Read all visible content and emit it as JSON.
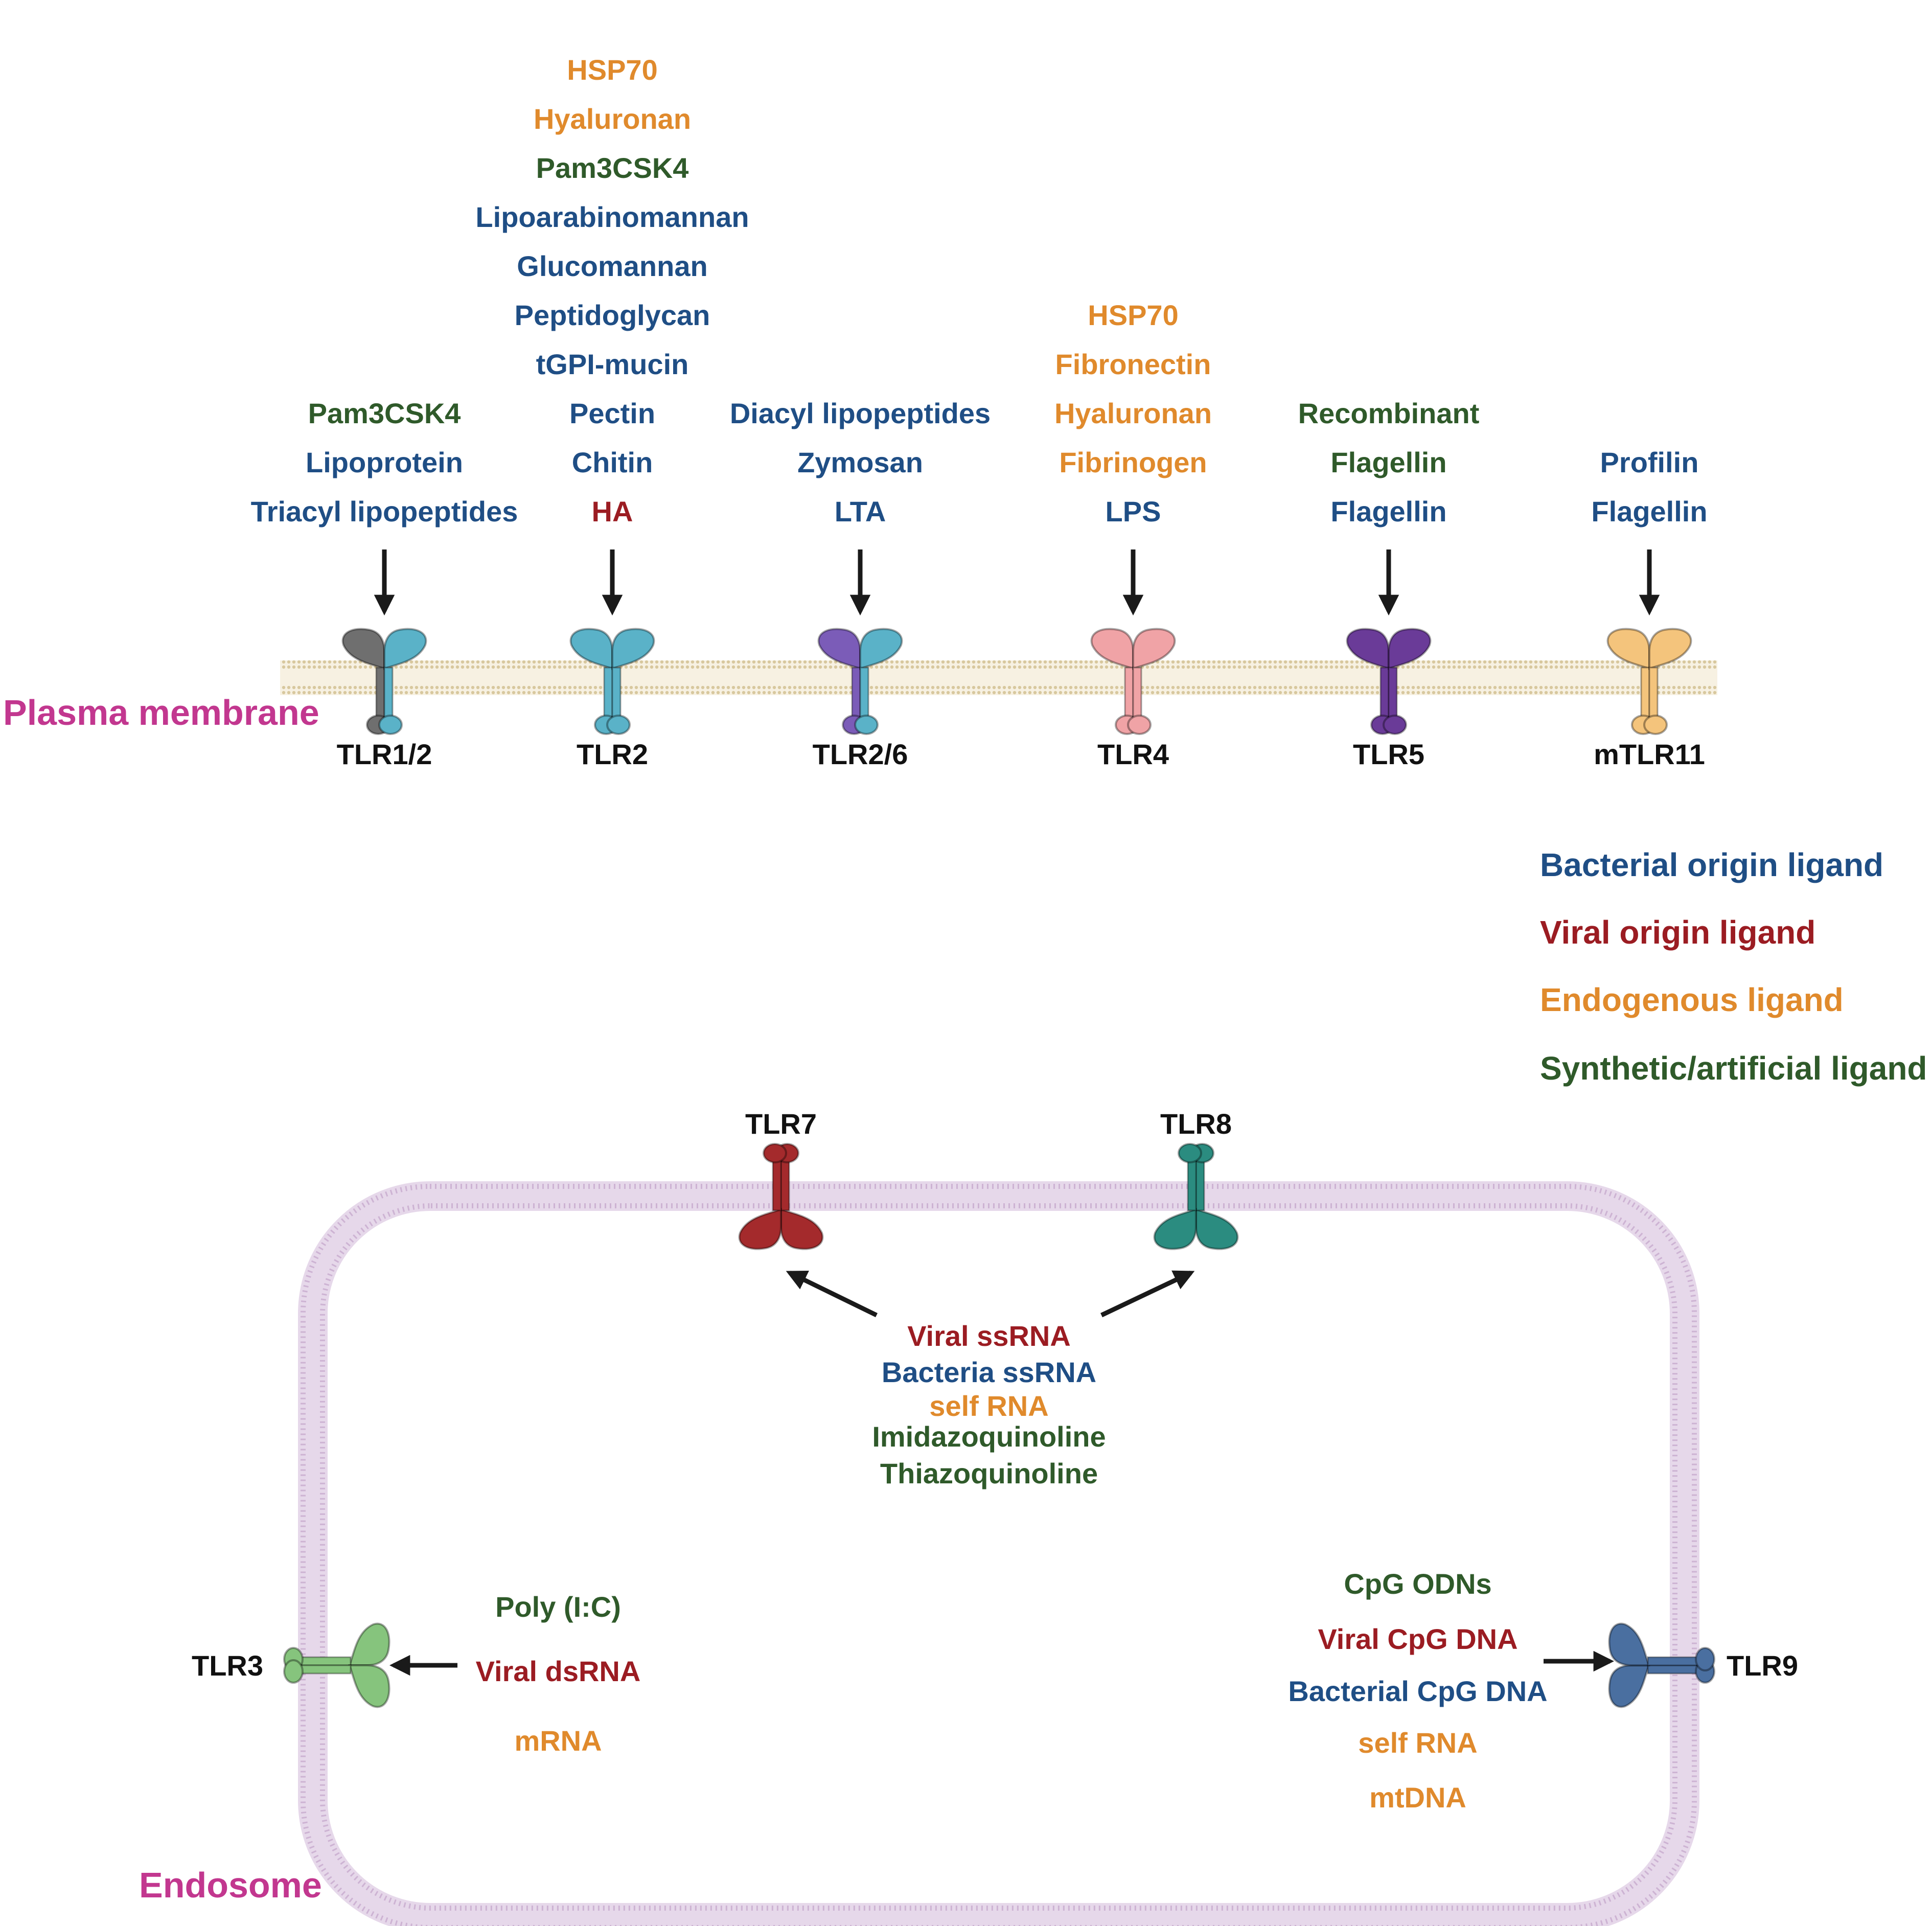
{
  "colors": {
    "bacterial": "#1f4e85",
    "viral": "#9b1c22",
    "endogenous": "#e08a2c",
    "synthetic": "#2f5a2a",
    "region": "#c2378f",
    "membrane": "#e9dcbc",
    "endosome": "#cdb3d3"
  },
  "regions": {
    "plasma": "Plasma membrane",
    "endosome": "Endosome"
  },
  "legend": [
    {
      "label": "Bacterial origin ligand",
      "type": "bacterial"
    },
    {
      "label": "Viral origin ligand",
      "type": "viral"
    },
    {
      "label": "Endogenous ligand",
      "type": "endogenous"
    },
    {
      "label": "Synthetic/artificial ligand",
      "type": "synthetic"
    }
  ],
  "surface_receptors": [
    {
      "name": "TLR1/2",
      "colors": [
        "#6f6f6f",
        "#5ab2c8"
      ],
      "ligands": [
        {
          "text": "Pam3CSK4",
          "type": "synthetic"
        },
        {
          "text": "Lipoprotein",
          "type": "bacterial"
        },
        {
          "text": "Triacyl lipopeptides",
          "type": "bacterial"
        }
      ]
    },
    {
      "name": "TLR2",
      "colors": [
        "#5ab2c8",
        "#5ab2c8"
      ],
      "ligands": [
        {
          "text": "HSP70",
          "type": "endogenous"
        },
        {
          "text": "Hyaluronan",
          "type": "endogenous"
        },
        {
          "text": "Pam3CSK4",
          "type": "synthetic"
        },
        {
          "text": "Lipoarabinomannan",
          "type": "bacterial"
        },
        {
          "text": "Glucomannan",
          "type": "bacterial"
        },
        {
          "text": "Peptidoglycan",
          "type": "bacterial"
        },
        {
          "text": "tGPI-mucin",
          "type": "bacterial"
        },
        {
          "text": "Pectin",
          "type": "bacterial"
        },
        {
          "text": "Chitin",
          "type": "bacterial"
        },
        {
          "text": "HA",
          "type": "viral"
        }
      ]
    },
    {
      "name": "TLR2/6",
      "colors": [
        "#7b5cb8",
        "#5ab2c8"
      ],
      "ligands": [
        {
          "text": "Diacyl lipopeptides",
          "type": "bacterial"
        },
        {
          "text": "Zymosan",
          "type": "bacterial"
        },
        {
          "text": "LTA",
          "type": "bacterial"
        }
      ]
    },
    {
      "name": "TLR4",
      "colors": [
        "#f0a3a6",
        "#f0a3a6"
      ],
      "ligands": [
        {
          "text": "HSP70",
          "type": "endogenous"
        },
        {
          "text": "Fibronectin",
          "type": "endogenous"
        },
        {
          "text": "Hyaluronan",
          "type": "endogenous"
        },
        {
          "text": "Fibrinogen",
          "type": "endogenous"
        },
        {
          "text": "LPS",
          "type": "bacterial"
        }
      ]
    },
    {
      "name": "TLR5",
      "colors": [
        "#6a3b98",
        "#6a3b98"
      ],
      "ligands": [
        {
          "text": "Recombinant",
          "type": "synthetic"
        },
        {
          "text": "Flagellin",
          "type": "synthetic"
        },
        {
          "text": "Flagellin",
          "type": "bacterial"
        }
      ]
    },
    {
      "name": "mTLR11",
      "colors": [
        "#f4c47c",
        "#f4c47c"
      ],
      "ligands": [
        {
          "text": "Profilin",
          "type": "bacterial"
        },
        {
          "text": "Flagellin",
          "type": "bacterial"
        }
      ]
    }
  ],
  "endosome_receptors": [
    {
      "name": "TLR7",
      "color": "#a42a2c"
    },
    {
      "name": "TLR8",
      "color": "#2b8c80"
    },
    {
      "name": "TLR3",
      "color": "#86c47d"
    },
    {
      "name": "TLR9",
      "color": "#4a6fa0"
    }
  ],
  "tlr78_ligands": [
    {
      "text": "Viral ssRNA",
      "type": "viral"
    },
    {
      "text": "Bacteria ssRNA",
      "type": "bacterial"
    },
    {
      "text": "self RNA",
      "type": "endogenous"
    },
    {
      "text": "Imidazoquinoline",
      "type": "synthetic"
    },
    {
      "text": "Thiazoquinoline",
      "type": "synthetic"
    }
  ],
  "tlr3_ligands": [
    {
      "text": "Poly (I:C)",
      "type": "synthetic"
    },
    {
      "text": "Viral dsRNA",
      "type": "viral"
    },
    {
      "text": "mRNA",
      "type": "endogenous"
    }
  ],
  "tlr9_ligands": [
    {
      "text": "CpG ODNs",
      "type": "synthetic"
    },
    {
      "text": "Viral CpG DNA",
      "type": "viral"
    },
    {
      "text": "Bacterial CpG DNA",
      "type": "bacterial"
    },
    {
      "text": "self RNA",
      "type": "endogenous"
    },
    {
      "text": "mtDNA",
      "type": "endogenous"
    }
  ]
}
